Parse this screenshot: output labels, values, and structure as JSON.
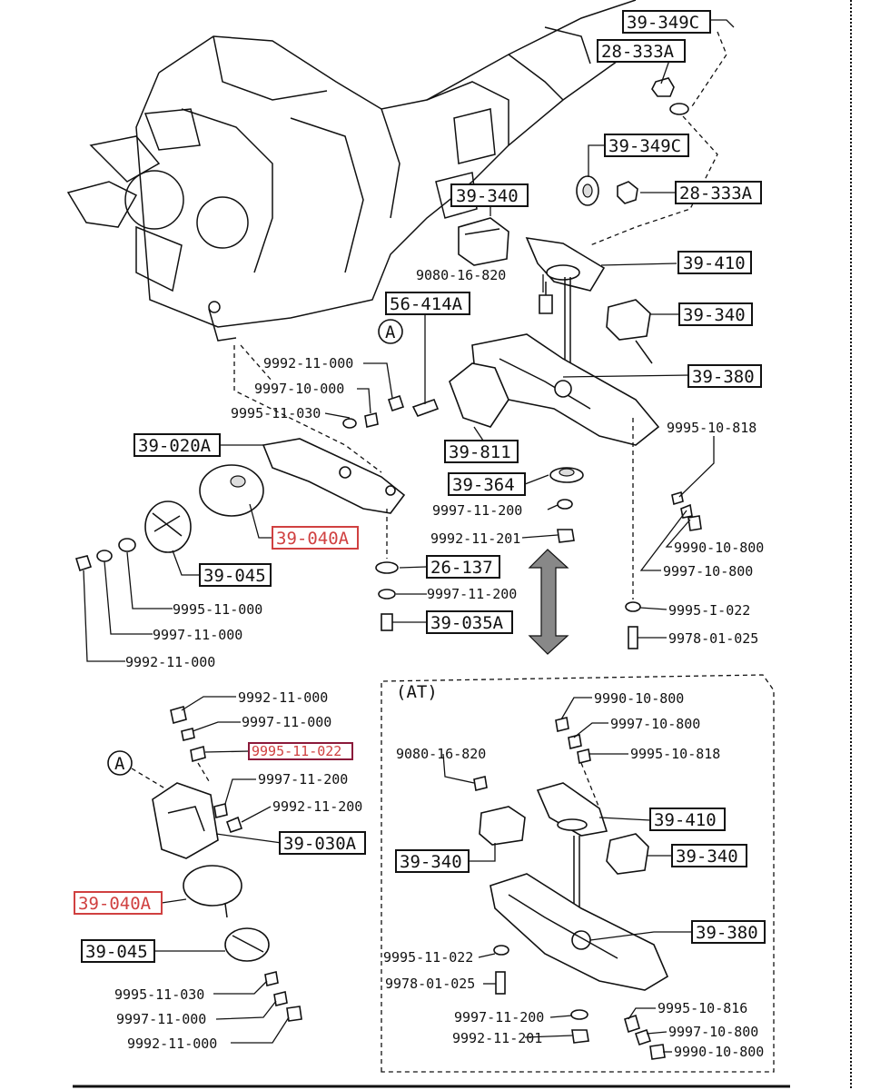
{
  "labels": {
    "top_349c": "39-349C",
    "top_333a": "28-333A",
    "mid_349c": "39-349C",
    "mid_333a": "28-333A",
    "p340_a": "39-340",
    "p410_a": "39-410",
    "p340_b": "39-340",
    "p380_a": "39-380",
    "p811": "39-811",
    "p364": "39-364",
    "p020a": "39-020A",
    "p040a_top": "39-040A",
    "p045_top": "39-045",
    "p414a": "56-414A",
    "p137": "26-137",
    "p035a": "39-035A",
    "p030a": "39-030A",
    "p040a_bot": "39-040A",
    "p045_bot": "39-045",
    "at_410": "39-410",
    "at_340a": "39-340",
    "at_340b": "39-340",
    "at_380": "39-380",
    "n9080_top": "9080-16-820",
    "n9992_000_a": "9992-11-000",
    "n9997_10_000": "9997-10-000",
    "n9995_030_a": "9995-11-030",
    "n9995_10_818": "9995-10-818",
    "n9997_200_a": "9997-11-200",
    "n9992_201_a": "9992-11-201",
    "n9990_10_800_a": "9990-10-800",
    "n9997_10_800_a": "9997-10-800",
    "n9997_200_b": "9997-11-200",
    "n9995_022_a": "9995-I-022",
    "n9978_025_a": "9978-01-025",
    "n9995_000_b": "9995-11-000",
    "n9997_000_b": "9997-11-000",
    "n9992_000_b": "9992-11-000",
    "n9992_000_c": "9992-11-000",
    "n9997_000_c": "9997-11-000",
    "n9995_022_hl": "9995-11-022",
    "n9997_200_c": "9997-11-200",
    "n9992_200_c": "9992-11-200",
    "n9995_030_d": "9995-11-030",
    "n9997_000_d": "9997-11-000",
    "n9992_000_d": "9992-11-000",
    "at_header": "(AT)",
    "at_9990_a": "9990-10-800",
    "at_9997_a": "9997-10-800",
    "at_9995_818": "9995-10-818",
    "at_9080": "9080-16-820",
    "at_9995_022": "9995-11-022",
    "at_9978": "9978-01-025",
    "at_9997_200": "9997-11-200",
    "at_9992_201": "9992-11-201",
    "at_9995_816": "9995-10-816",
    "at_9997_800": "9997-10-800",
    "at_9990_800": "9990-10-800",
    "ref_a_top": "A",
    "ref_a_bot": "A"
  },
  "colors": {
    "ink": "#111111",
    "highlight": "#d04040",
    "paper": "#ffffff"
  }
}
